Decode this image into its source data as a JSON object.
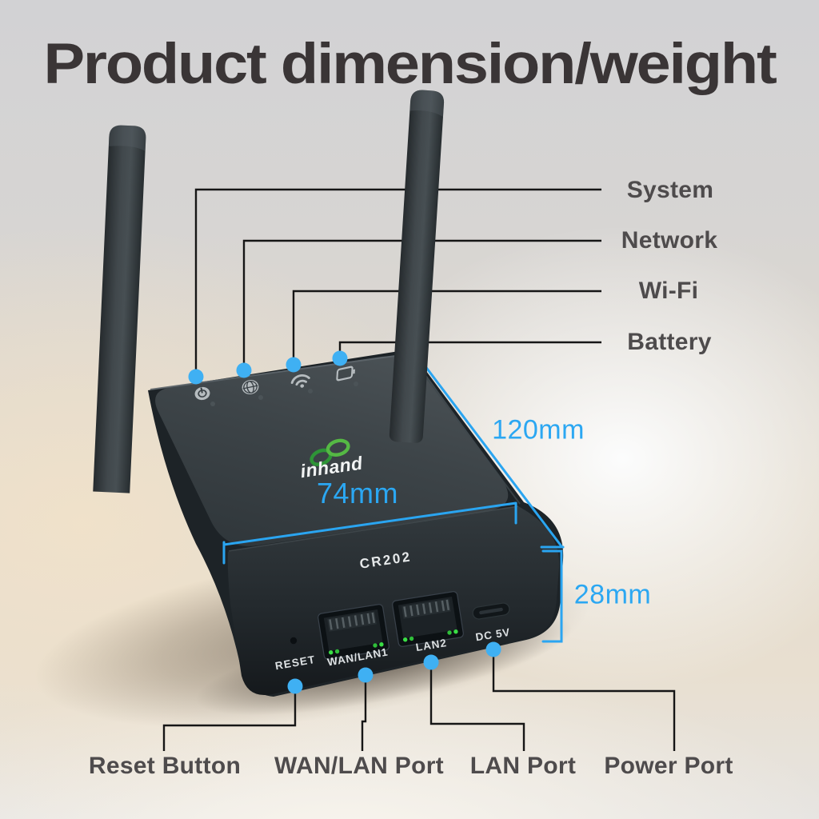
{
  "title": "Product dimension/weight",
  "led_callouts": [
    {
      "label": "System",
      "icon": "system-power-icon"
    },
    {
      "label": "Network",
      "icon": "globe-icon"
    },
    {
      "label": "Wi-Fi",
      "icon": "wifi-icon"
    },
    {
      "label": "Battery",
      "icon": "battery-icon"
    }
  ],
  "port_callouts": [
    {
      "label": "Reset Button"
    },
    {
      "label": "WAN/LAN Port"
    },
    {
      "label": "LAN Port"
    },
    {
      "label": "Power Port"
    }
  ],
  "dimensions": {
    "depth": "120mm",
    "width": "74mm",
    "height": "28mm"
  },
  "device": {
    "brand": "inhand",
    "model": "CR202",
    "front_labels": {
      "reset": "RESET",
      "wan_lan": "WAN/LAN1",
      "lan": "LAN2",
      "power": "DC 5V"
    }
  },
  "colors": {
    "accent_blue": "#2BA7F2",
    "callout_line": "#161616",
    "title_gray": "#3A3536",
    "label_gray": "#4E4B4C",
    "device_body": "#343B3F",
    "logo_green_dark": "#2E9437",
    "logo_green_light": "#55B944",
    "led_green": "#3ADE45"
  }
}
